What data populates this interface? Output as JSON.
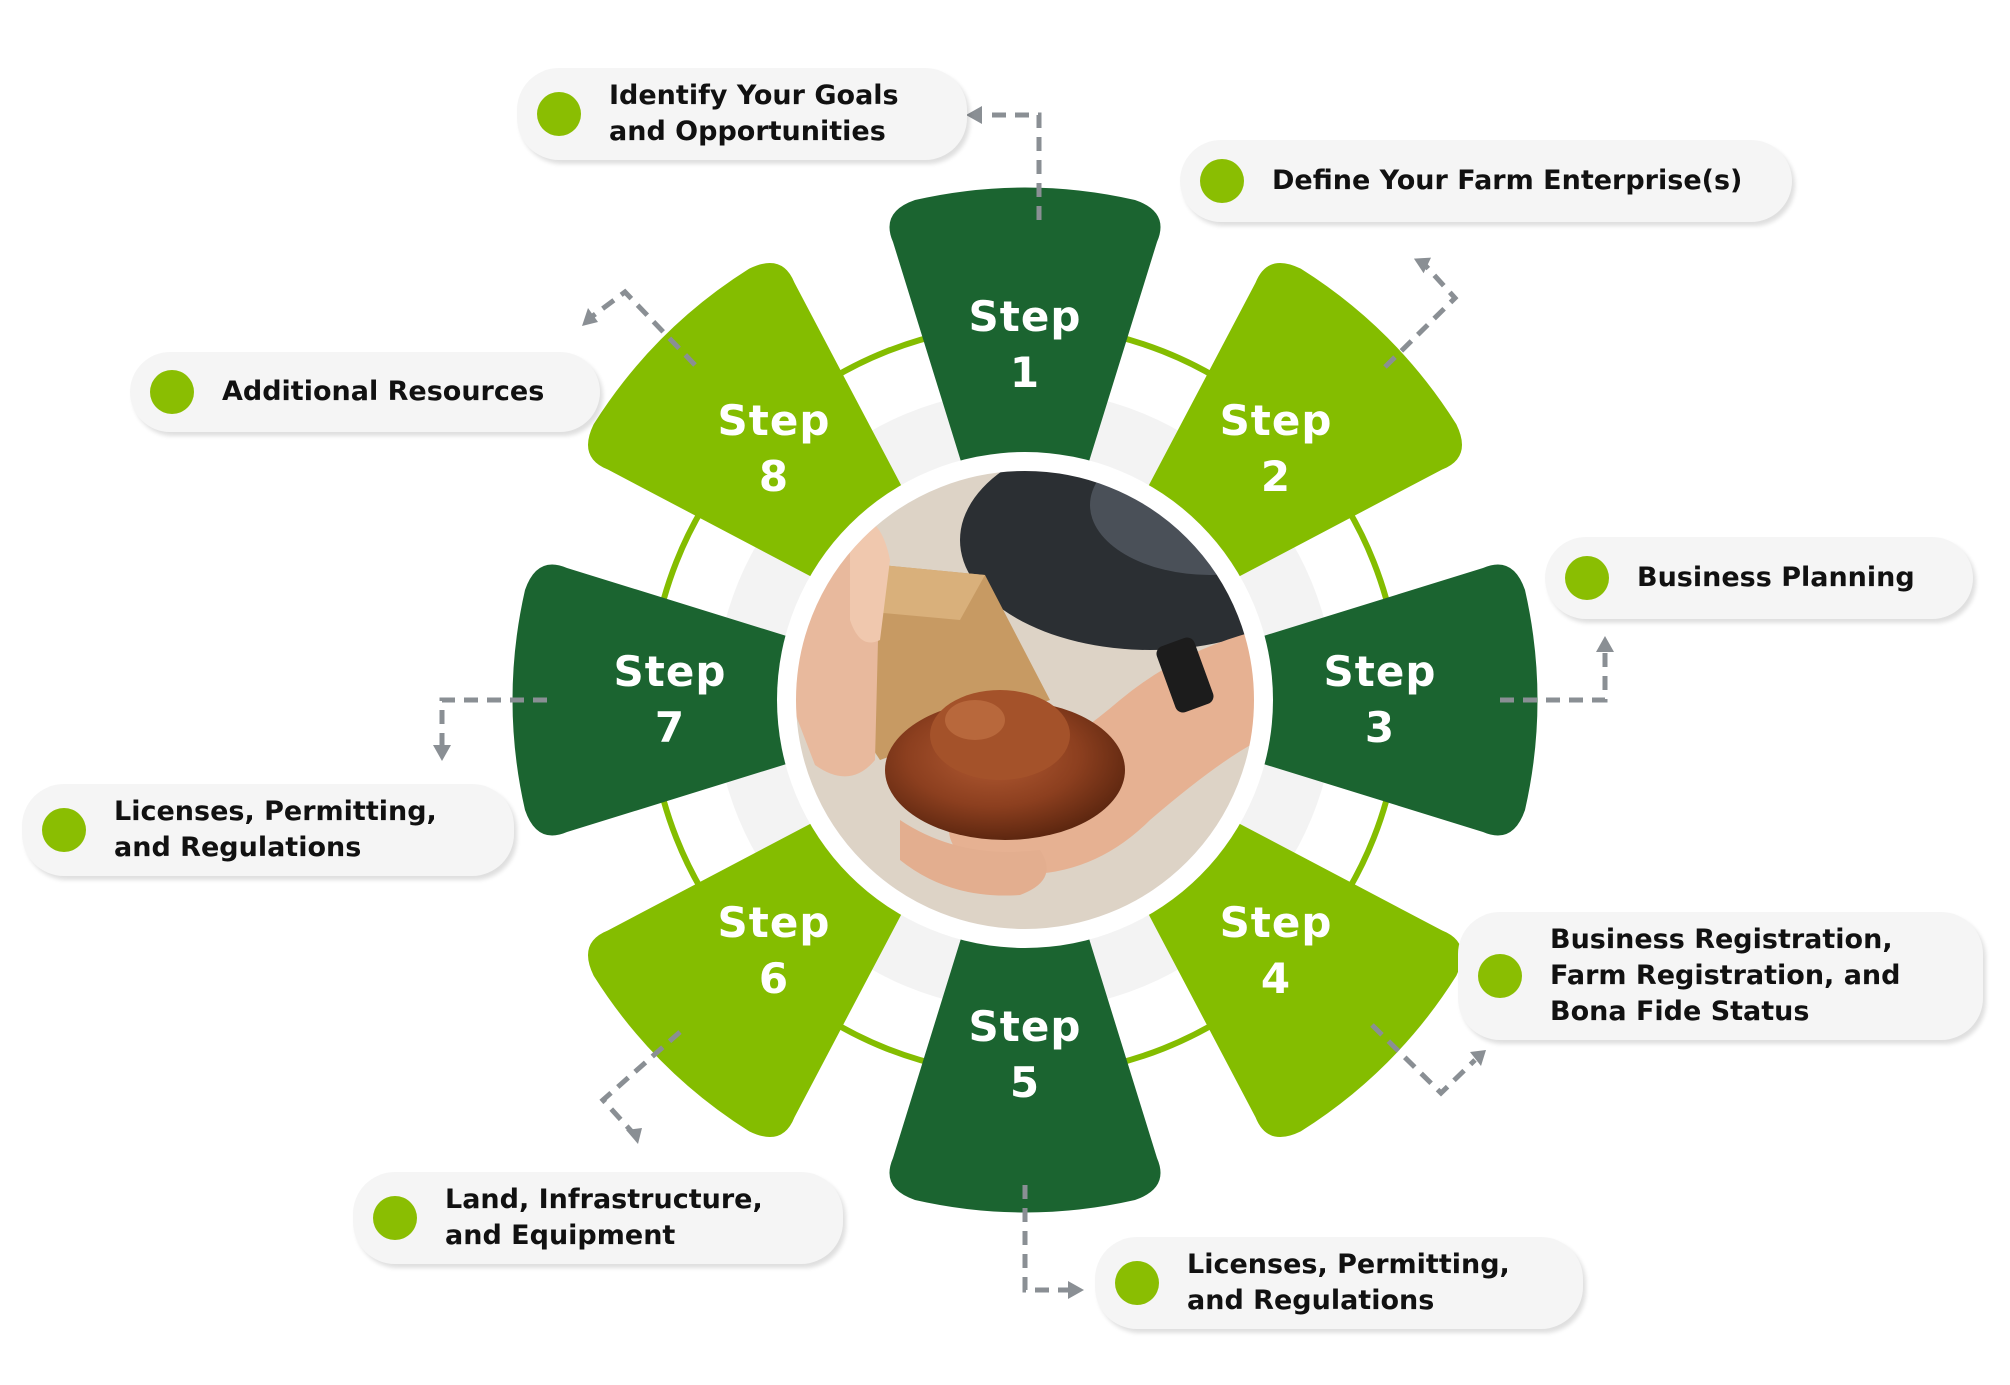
{
  "colors": {
    "dark_green": "#1B6430",
    "light_green": "#84BD00",
    "bullet_green": "#8ABE02",
    "pill_bg": "#F5F5F5",
    "connector": "#8A8F94",
    "text": "#111111"
  },
  "center_image": {
    "icon": "hands-holding-soil-photo"
  },
  "steps": [
    {
      "word": "Step",
      "number": "1",
      "shade": "dark"
    },
    {
      "word": "Step",
      "number": "2",
      "shade": "light"
    },
    {
      "word": "Step",
      "number": "3",
      "shade": "dark"
    },
    {
      "word": "Step",
      "number": "4",
      "shade": "light"
    },
    {
      "word": "Step",
      "number": "5",
      "shade": "dark"
    },
    {
      "word": "Step",
      "number": "6",
      "shade": "light"
    },
    {
      "word": "Step",
      "number": "7",
      "shade": "dark"
    },
    {
      "word": "Step",
      "number": "8",
      "shade": "light"
    }
  ],
  "labels": [
    {
      "text": "Identify Your Goals\nand Opportunities"
    },
    {
      "text": "Define Your Farm Enterprise(s)"
    },
    {
      "text": "Business Planning"
    },
    {
      "text": "Business Registration,\nFarm Registration, and\nBona Fide Status"
    },
    {
      "text": "Licenses, Permitting,\nand Regulations"
    },
    {
      "text": "Land, Infrastructure,\nand Equipment"
    },
    {
      "text": "Licenses, Permitting,\nand Regulations"
    },
    {
      "text": "Additional Resources"
    }
  ]
}
